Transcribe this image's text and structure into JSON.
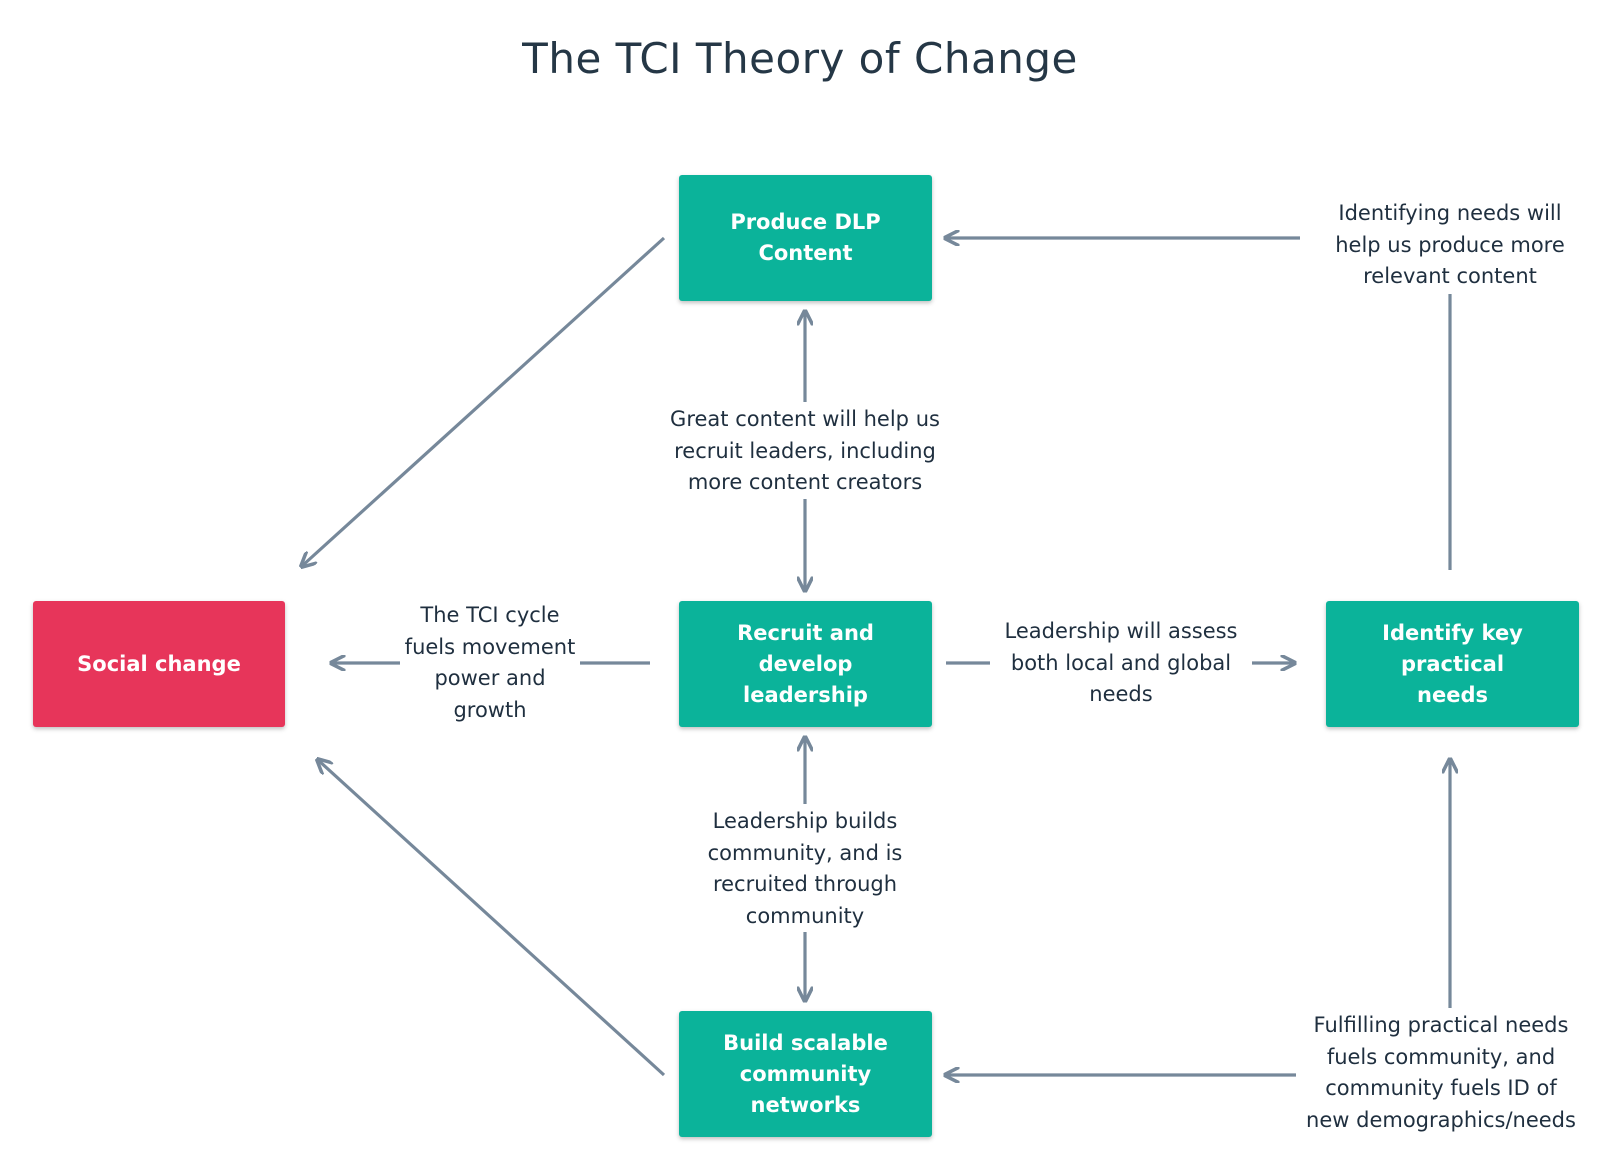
{
  "title": "The TCI Theory of Change",
  "colors": {
    "node_teal": "#0bb39a",
    "node_red": "#e7355a",
    "arrow": "#76889a"
  },
  "nodes": {
    "produce": "Produce DLP Content",
    "recruit": "Recruit and develop\nleadership",
    "identify": "Identify key practical\nneeds",
    "build": "Build scalable\ncommunity networks",
    "social": "Social change"
  },
  "labels": {
    "great_content": "Great content will help us\nrecruit leaders, including\nmore content creators",
    "identifying_needs": "Identifying needs will\nhelp us produce more\nrelevant content",
    "tci_cycle": "The TCI cycle\nfuels movement\npower and\ngrowth",
    "leadership_assess": "Leadership will assess\nboth local and global\nneeds",
    "leadership_builds": "Leadership builds\ncommunity, and is\nrecruited through\ncommunity",
    "fulfilling": "Fulfilling practical needs\nfuels community, and\ncommunity fuels ID of\nnew demographics/needs"
  }
}
